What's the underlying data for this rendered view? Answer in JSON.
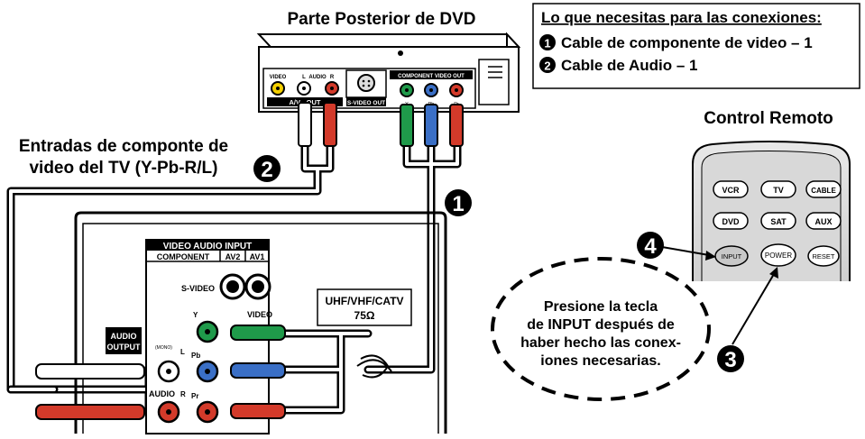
{
  "dvd_back": {
    "title": "Parte Posterior de DVD",
    "jack_labels": {
      "video": "VIDEO",
      "l": "L",
      "audio": "AUDIO",
      "r": "R",
      "av_out": "A/V - OUT",
      "svideo_out": "S-VIDEO OUT",
      "component_out": "COMPONENT VIDEO OUT",
      "y": "Y",
      "pb": "Pb",
      "pr": "Pr"
    }
  },
  "requirements": {
    "heading": "Lo que necesitas para las conexiones:",
    "items": [
      {
        "number": "1",
        "text": "Cable de componente de video – 1"
      },
      {
        "number": "2",
        "text": "Cable de Audio – 1"
      }
    ]
  },
  "remote": {
    "title": "Control Remoto",
    "buttons": [
      "VCR",
      "TV",
      "CABLE",
      "DVD",
      "SAT",
      "AUX",
      "INPUT",
      "POWER",
      "RESET"
    ]
  },
  "tv_label": {
    "line1": "Entradas de componte de",
    "line2": "video del TV (Y-Pb-R/L)"
  },
  "tv_panel": {
    "video_audio_input": "VIDEO AUDIO INPUT",
    "component": "COMPONENT",
    "av2": "AV2",
    "av1": "AV1",
    "svideo": "S-VIDEO",
    "video": "VIDEO",
    "y": "Y",
    "pb": "Pb",
    "pr": "Pr",
    "mono": "(MONO)",
    "l": "L",
    "r": "R",
    "audio": "AUDIO",
    "audio_output_1": "AUDIO",
    "audio_output_2": "OUTPUT",
    "uhf_line1": "UHF/VHF/CATV",
    "uhf_line2": "75Ω"
  },
  "callout": {
    "lines": [
      "Presione la tecla",
      "de INPUT después de",
      "haber hecho las conex-",
      "iones necesarias."
    ]
  },
  "step_markers": [
    "1",
    "2",
    "3",
    "4"
  ]
}
